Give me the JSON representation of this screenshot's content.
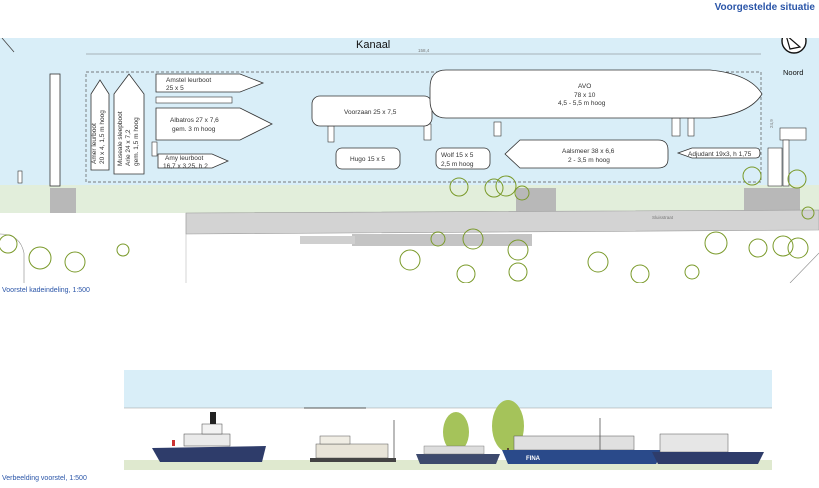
{
  "header": {
    "title": "Voorgestelde situatie"
  },
  "plan": {
    "canal_label": "Kanaal",
    "north_label": "Noord",
    "caption": "Voorstel kadeindeling, 1:500",
    "street_label": "Sluisstraat",
    "dims": [
      "158,4",
      "24,9"
    ],
    "boats": {
      "amer": [
        "Amer leurboot",
        "20 x 4, 1,5 m hoog"
      ],
      "museale": [
        "Museale sleepboot",
        "Arie 24 x 7,2",
        "gem. 1,5 m hoog"
      ],
      "amstel": [
        "Amstel leurboot",
        "25 x 5"
      ],
      "albatros": [
        "Albatros 27 x 7,6",
        "gem. 3 m hoog"
      ],
      "amy": [
        "Amy leurboot",
        "16,7 x 3,25, h 2"
      ],
      "voorzaan": "Voorzaan 25 x 7,5",
      "hugo": "Hugo 15 x 5",
      "wolf": [
        "Wolf 15 x 5",
        "2,5 m hoog"
      ],
      "avo": [
        "AVO",
        "78 x 10",
        "4,5 - 5,5 m hoog"
      ],
      "aalsmeer": [
        "Aalsmeer 38 x 6,6",
        "2 - 3,5 m hoog"
      ],
      "adjudant": "Adjudant 19x3, h 1,75"
    }
  },
  "elevation": {
    "caption": "Verbeelding voorstel, 1:500",
    "hull_name": "FINA"
  },
  "colors": {
    "water": "#d9eef8",
    "quay": "#e2eedb",
    "road": "#d3d3d3",
    "accent": "#2a55a8",
    "tree": "#7a9a2a"
  }
}
